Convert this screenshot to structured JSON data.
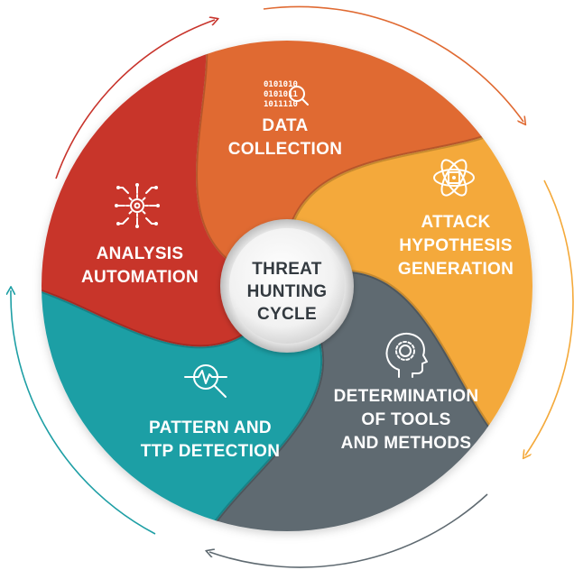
{
  "diagram": {
    "center": {
      "lines": [
        "THREAT",
        "HUNTING",
        "CYCLE"
      ]
    },
    "segments": [
      {
        "id": "data-collection",
        "lines": [
          "DATA",
          "COLLECTION"
        ],
        "color": "#E06A32",
        "icon": "binary-search-icon"
      },
      {
        "id": "attack-hypothesis-generation",
        "lines": [
          "ATTACK",
          "HYPOTHESIS",
          "GENERATION"
        ],
        "color": "#F4A93A",
        "icon": "atom-icon"
      },
      {
        "id": "determination-of-tools-and-methods",
        "lines": [
          "DETERMINATION",
          "OF TOOLS",
          "AND METHODS"
        ],
        "color": "#5F6A71",
        "icon": "head-gear-icon"
      },
      {
        "id": "pattern-and-ttp-detection",
        "lines": [
          "PATTERN AND",
          "TTP DETECTION"
        ],
        "color": "#1E9FA5",
        "icon": "magnifier-pulse-icon"
      },
      {
        "id": "analysis-automation",
        "lines": [
          "ANALYSIS",
          "AUTOMATION"
        ],
        "color": "#C8342C",
        "icon": "gear-circuit-icon"
      }
    ],
    "binary_rows": [
      "0101010",
      "0101011",
      "1011110"
    ]
  }
}
